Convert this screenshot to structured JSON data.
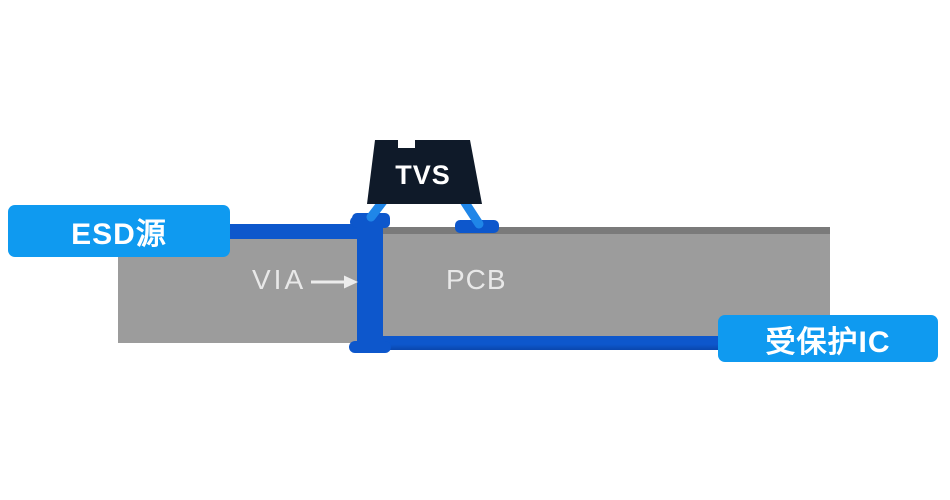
{
  "diagram": {
    "description": "TVS ESD protection routing diagram",
    "labels": {
      "esd_source": "ESD源",
      "tvs": "TVS",
      "via": "VIA",
      "pcb": "PCB",
      "protected_ic": "受保护IC"
    },
    "icons": {
      "via_arrow": "right-arrow"
    },
    "colors": {
      "label_blue": "#0f9af0",
      "trace_blue": "#0d57cc",
      "trace_blue_dark": "#0a46ad",
      "leg_blue": "#1f86e8",
      "tvs_body": "#0f1a29",
      "pcb_gray": "#9c9c9c",
      "pcb_edge_gray": "#7a7a7a",
      "text_light": "#e8e8e8",
      "text_white": "#ffffff"
    }
  }
}
